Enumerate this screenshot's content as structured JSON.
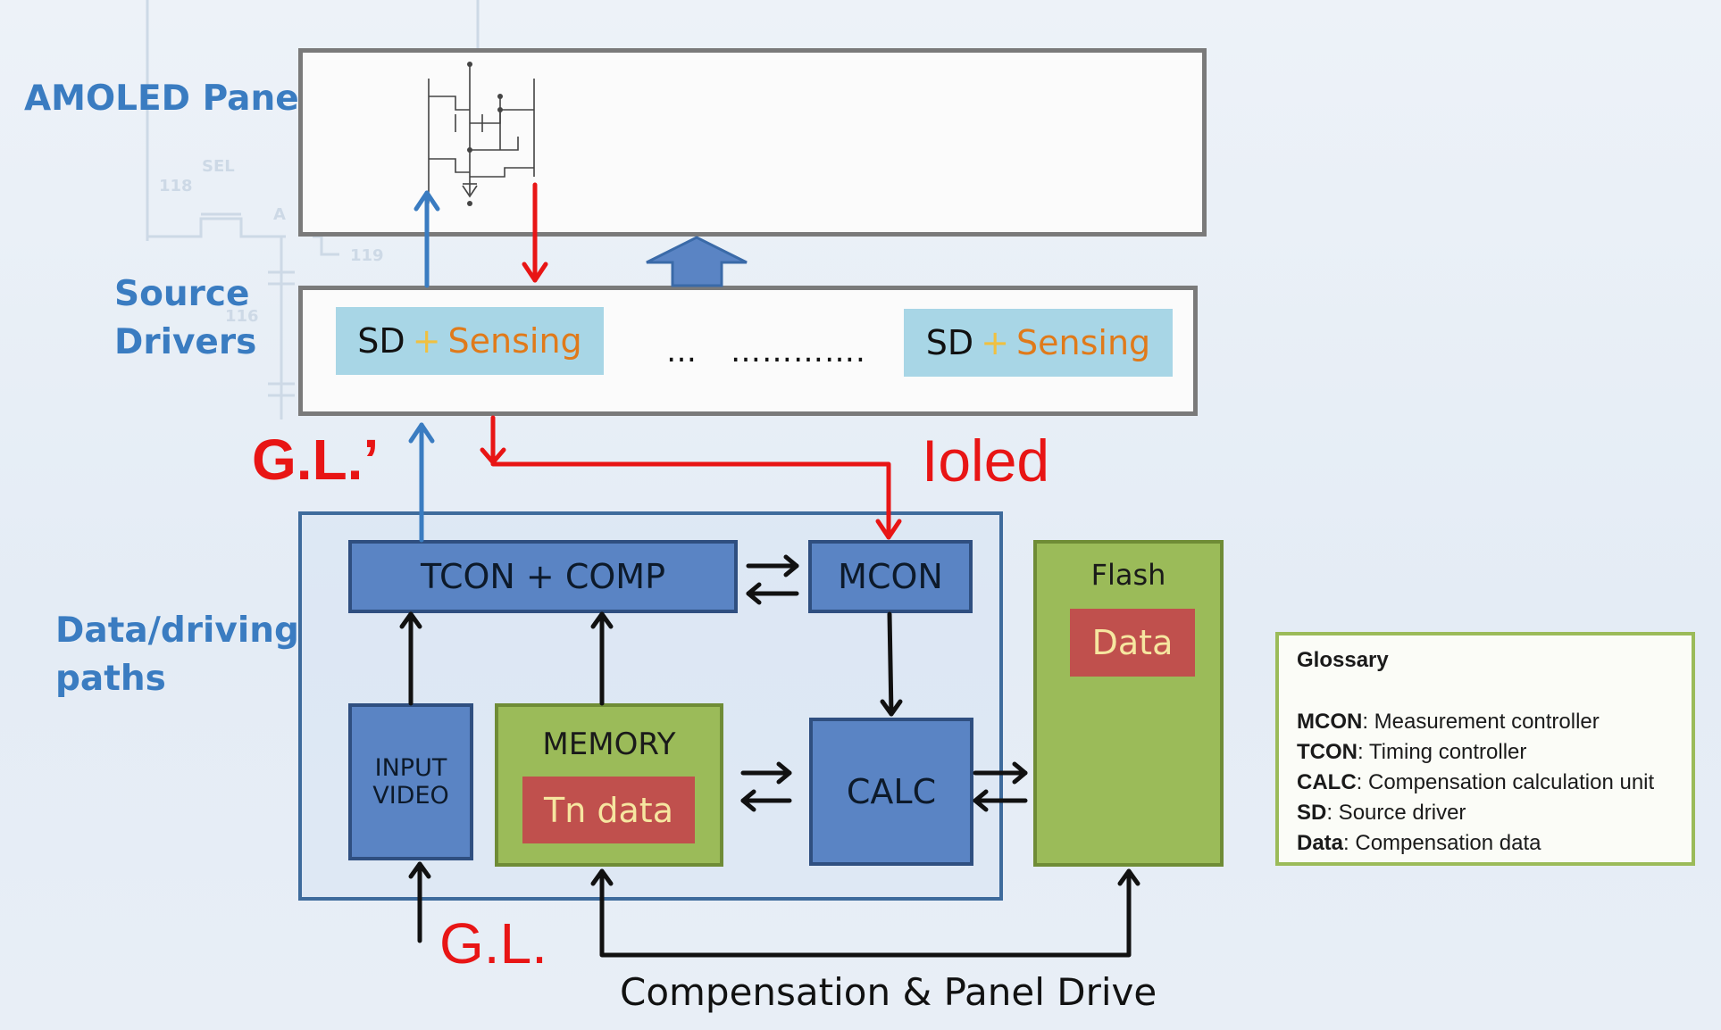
{
  "labels": {
    "amoled_panel": "AMOLED Panel",
    "source_drivers_line1": "Source",
    "source_drivers_line2": "Drivers",
    "data_paths_line1": "Data/driving",
    "data_paths_line2": "paths",
    "gl_prime": "G.L.’",
    "ioled": "Ioled",
    "gl": "G.L.",
    "bottom_caption": "Compensation & Panel Drive"
  },
  "source_drivers": {
    "sd": "SD",
    "plus": "+",
    "sensing": "Sensing",
    "dots_short": "…",
    "dots_long": "…………."
  },
  "blocks": {
    "tcon_comp": "TCON + COMP",
    "mcon": "MCON",
    "input_video_line1": "INPUT",
    "input_video_line2": "VIDEO",
    "memory": "MEMORY",
    "tn_data": "Tn data",
    "calc": "CALC",
    "flash": "Flash",
    "flash_data": "Data"
  },
  "glossary": {
    "title": "Glossary",
    "entries": [
      {
        "term": "MCON",
        "desc": ": Measurement controller"
      },
      {
        "term": "TCON",
        "desc": ": Timing controller"
      },
      {
        "term": "CALC",
        "desc": ": Compensation calculation unit"
      },
      {
        "term": "SD",
        "desc": ": Source driver"
      },
      {
        "term": "Data",
        "desc": ": Compensation data"
      }
    ]
  },
  "colors": {
    "label_blue": "#3a7cc1",
    "signal_red": "#e81515",
    "block_blue": "#5a84c4",
    "block_green": "#9bbb59",
    "block_red": "#c0504d",
    "sd_fill": "#a8d6e6"
  }
}
